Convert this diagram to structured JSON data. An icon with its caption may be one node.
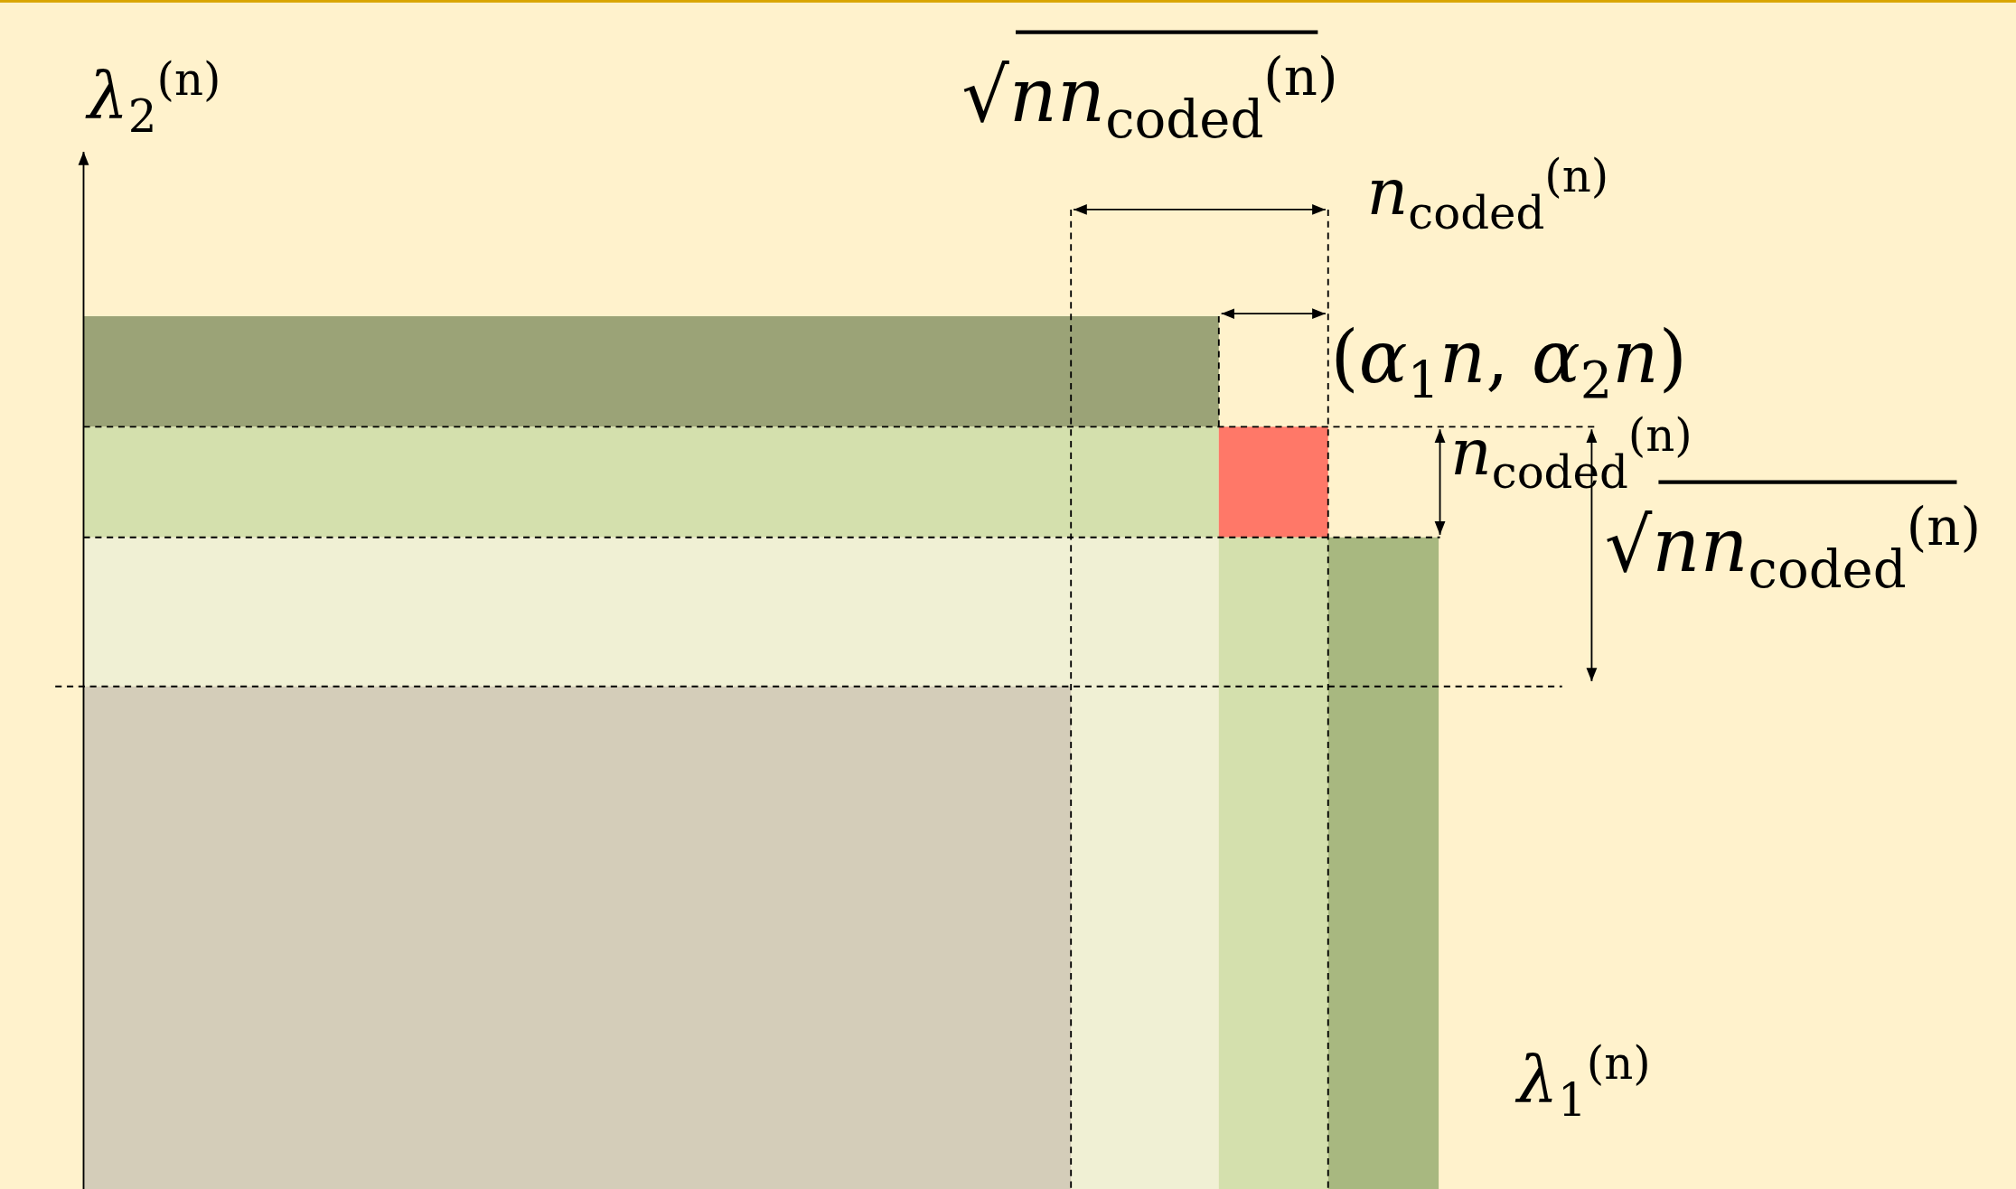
{
  "diagram": {
    "labels": [
      "*λ*$_{2}$$^{(n)}$",
      "√*nn*$_{coded}$$^{(n)}$",
      "*n*$_{coded}$$^{(n)}$",
      "(*α*$_{1}$*n*, *α*$_{2}$*n*)",
      "*n*$_{coded}$$^{(n)}$",
      "√*nn*$_{coded}$$^{(n)}$",
      "*λ*$_{1}$$^{(n)}$"
    ]
  }
}
